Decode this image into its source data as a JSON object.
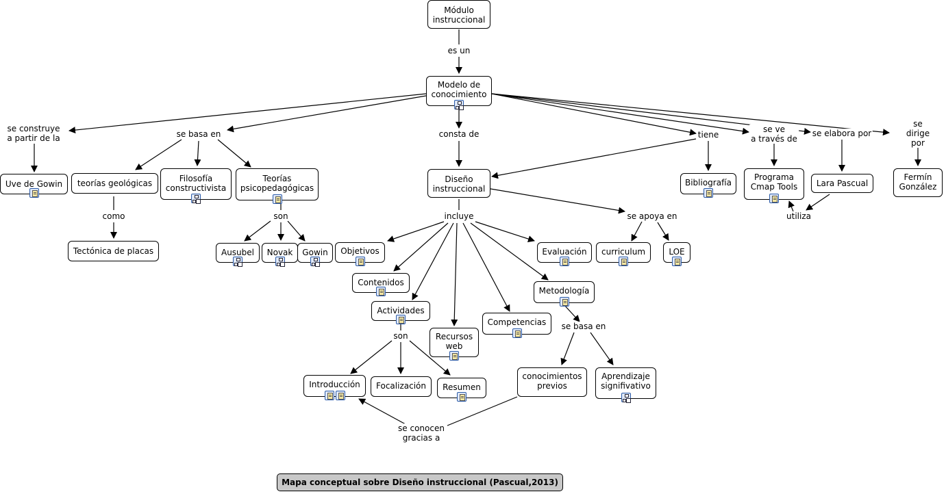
{
  "title": "Mapa conceptual sobre Diseño instruccional (Pascual,2013)",
  "nodes": {
    "modulo": {
      "text": "Módulo\ninstruccional",
      "icons": []
    },
    "modelo": {
      "text": "Modelo de\nconocimiento",
      "icons": [
        "cmap-icon"
      ]
    },
    "uve": {
      "text": "Uve de Gowin",
      "icons": [
        "doc-icon"
      ]
    },
    "teorias_geo": {
      "text": "teorías geológicas",
      "icons": []
    },
    "filosofia": {
      "text": "Filosofía\nconstructivista",
      "icons": [
        "cmap-icon"
      ]
    },
    "teorias_psico": {
      "text": "Teorías\npsicopedagógicas",
      "icons": [
        "doc-icon"
      ]
    },
    "tectonica": {
      "text": "Tectónica de placas",
      "icons": []
    },
    "ausubel": {
      "text": "Ausubel",
      "icons": [
        "cmap-icon"
      ]
    },
    "novak": {
      "text": "Novak",
      "icons": [
        "cmap-icon"
      ]
    },
    "gowin": {
      "text": "Gowin",
      "icons": [
        "cmap-icon"
      ]
    },
    "diseno": {
      "text": "Diseño\ninstruccional",
      "icons": []
    },
    "objetivos": {
      "text": "Objetivos",
      "icons": [
        "doc-icon"
      ]
    },
    "contenidos": {
      "text": "Contenidos",
      "icons": [
        "doc-icon"
      ]
    },
    "actividades": {
      "text": "Actividades",
      "icons": [
        "doc-icon"
      ]
    },
    "recursos": {
      "text": "Recursos\nweb",
      "icons": [
        "doc-icon"
      ]
    },
    "competencias": {
      "text": "Competencias",
      "icons": [
        "doc-icon"
      ]
    },
    "evaluacion": {
      "text": "Evaluación",
      "icons": [
        "doc-icon"
      ]
    },
    "metodologia": {
      "text": "Metodología",
      "icons": [
        "doc-icon"
      ]
    },
    "introduccion": {
      "text": "Introducción",
      "icons": [
        "doc-icon",
        "doc-icon"
      ]
    },
    "focalizacion": {
      "text": "Focalización",
      "icons": []
    },
    "resumen": {
      "text": "Resumen",
      "icons": [
        "doc-icon"
      ]
    },
    "conocimientos": {
      "text": "conocimientos\nprevios",
      "icons": []
    },
    "aprendizaje": {
      "text": "Aprendizaje\nsignifivativo",
      "icons": [
        "cmap-icon"
      ]
    },
    "curriculum": {
      "text": "curriculum",
      "icons": [
        "doc-icon"
      ]
    },
    "loe": {
      "text": "LOE",
      "icons": [
        "doc-icon"
      ]
    },
    "bibliografia": {
      "text": "Bibliografía",
      "icons": [
        "doc-icon"
      ]
    },
    "programa": {
      "text": "Programa\nCmap Tools",
      "icons": [
        "doc-icon"
      ]
    },
    "lara": {
      "text": "Lara Pascual",
      "icons": []
    },
    "fermin": {
      "text": "Fermín\nGonzález",
      "icons": []
    }
  },
  "linking_phrases": {
    "es_un": "es un",
    "se_construye": "se construye\na partir de la",
    "se_basa_en_1": "se basa en",
    "consta_de": "consta de",
    "tiene": "tiene",
    "se_ve": "se ve\na través de",
    "se_elabora_por": "se elabora por",
    "se_dirige_por": "se dirige por",
    "como": "como",
    "son_1": "son",
    "incluye": "incluye",
    "se_apoya_en": "se apoya en",
    "son_2": "son",
    "se_basa_en_2": "se basa en",
    "se_conocen": "se conocen\ngracias a",
    "utiliza": "utiliza"
  }
}
